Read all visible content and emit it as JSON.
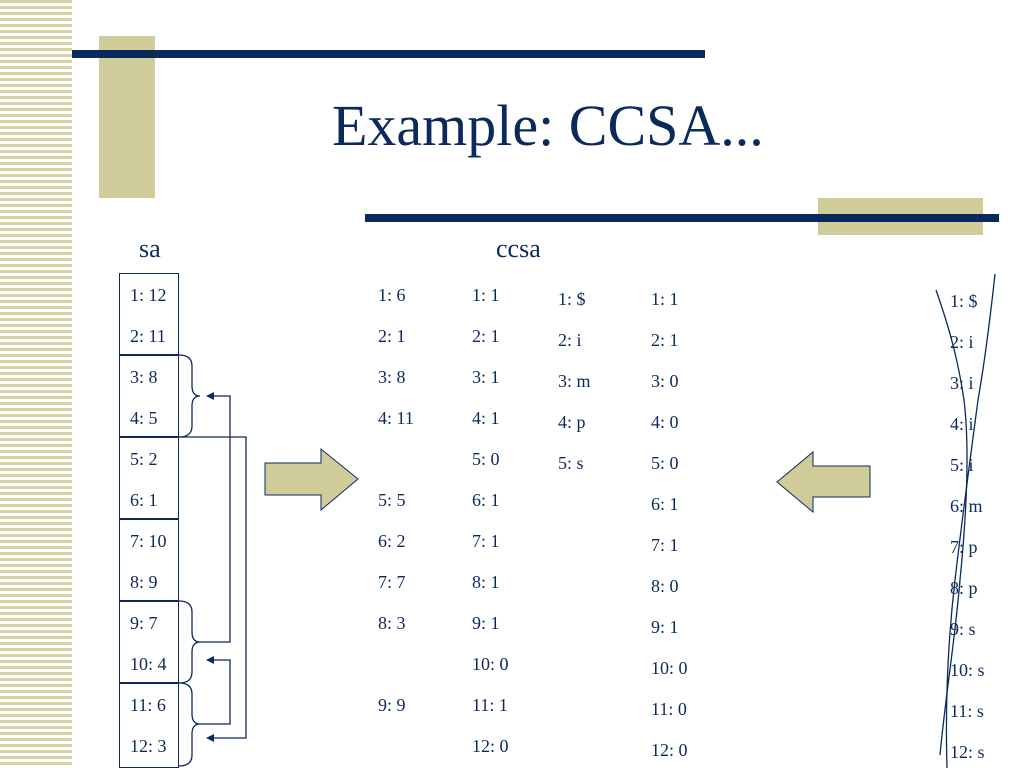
{
  "slide": {
    "title": "Example: CCSA...",
    "sa_label": "sa",
    "ccsa_label": "ccsa"
  },
  "sa_entries": [
    "1: 12",
    "2: 11",
    "3: 8",
    "4: 5",
    "5: 2",
    "6: 1",
    "7: 10",
    "8: 9",
    "9: 7",
    "10: 4",
    "11: 6",
    "12: 3"
  ],
  "col_a": [
    "1: 6",
    "2: 1",
    "3: 8",
    "4: 11",
    "",
    "5: 5",
    "6: 2",
    "7: 7",
    "8: 3",
    "",
    "9: 9",
    ""
  ],
  "col_b": [
    "1: 1",
    "2: 1",
    "3: 1",
    "4: 1",
    "5: 0",
    "6: 1",
    "7: 1",
    "8: 1",
    "9: 1",
    "10: 0",
    "11: 1",
    "12: 0"
  ],
  "col_c": [
    "1: $",
    "2: i",
    "3: m",
    "4: p",
    "5: s"
  ],
  "col_d": [
    "1: 1",
    "2: 1",
    "3: 0",
    "4: 0",
    "5: 0",
    "6: 1",
    "7: 1",
    "8: 0",
    "9: 1",
    "10: 0",
    "11: 0",
    "12: 0"
  ],
  "col_e": [
    "1: $",
    "2: i",
    "3: i",
    "4: i",
    "5: i",
    "6: m",
    "7: p",
    "8: p",
    "9: s",
    "10: s",
    "11: s",
    "12: s"
  ],
  "colors": {
    "navy": "#0b2a5c",
    "khaki": "#cfcc9a",
    "stripe": "#d6d3a6"
  }
}
